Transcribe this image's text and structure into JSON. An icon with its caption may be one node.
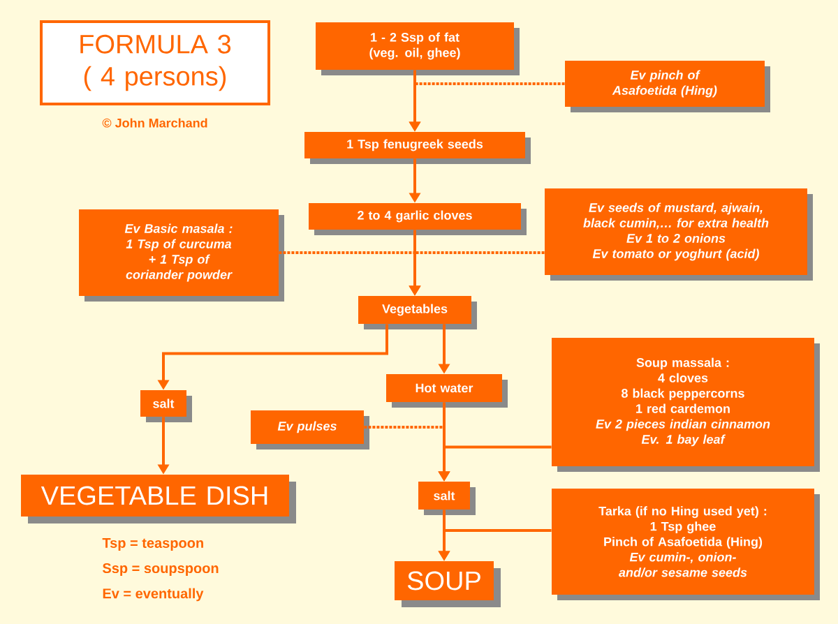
{
  "diagram": {
    "nodes": [
      {
        "text": [
          "FORMULA 3",
          "( 4 persons)"
        ]
      },
      {
        "text": [
          "1 - 2 Ssp of fat (veg. oil, ghee)"
        ]
      },
      {
        "text": [
          "Ev pinch of Asafoetida (Hing)"
        ]
      },
      {
        "text": [
          "1 Tsp fenugreek seeds"
        ]
      },
      {
        "text": [
          "Ev Basic masala :",
          "1 Tsp of curcuma + 1 Tsp of coriander powder"
        ]
      },
      {
        "text": [
          "2 to 4 garlic cloves"
        ]
      },
      {
        "text": [
          "Ev seeds of mustard, ajwain, black cumin,… for extra health",
          "Ev 1 to 2 onions",
          "Ev tomato or yoghurt (acid)"
        ]
      },
      {
        "text": [
          "Vegetables"
        ]
      },
      {
        "text": [
          "salt"
        ]
      },
      {
        "text": [
          "VEGETABLE DISH"
        ]
      },
      {
        "text": [
          "Hot water"
        ]
      },
      {
        "text": [
          "Ev pulses"
        ]
      },
      {
        "text": [
          "Soup massala :",
          "4 cloves",
          "8 black peppercorns",
          "1 red cardemon",
          "Ev 2 pieces indian cinnamon",
          "Ev. 1 bay leaf"
        ]
      },
      {
        "text": [
          "salt"
        ]
      },
      {
        "text": [
          "Tarka (if no Hing used yet) :",
          "1 Tsp ghee",
          "Pinch of Asafoetida (Hing)",
          "Ev cumin-, onion- and/or sesame seeds"
        ]
      },
      {
        "text": [
          "SOUP"
        ]
      }
    ],
    "edges": [
      {
        "from": 1,
        "to": 3,
        "arrow": "to"
      },
      {
        "from": 2,
        "to": 3,
        "arrow": "to",
        "style": "dashed"
      },
      {
        "from": 3,
        "to": 5,
        "arrow": "to"
      },
      {
        "from": 5,
        "to": 7,
        "arrow": "to"
      },
      {
        "from": 4,
        "to": 7,
        "arrow": "to",
        "style": "dashed"
      },
      {
        "from": 6,
        "to": 7,
        "arrow": "to",
        "style": "dashed"
      },
      {
        "from": 7,
        "to": 8,
        "arrow": "to"
      },
      {
        "from": 7,
        "to": 10,
        "arrow": "to"
      },
      {
        "from": 8,
        "to": 9,
        "arrow": "to"
      },
      {
        "from": 10,
        "to": 13,
        "arrow": "to"
      },
      {
        "from": 11,
        "to": 13,
        "arrow": "to",
        "style": "dashed"
      },
      {
        "from": 12,
        "to": 13,
        "arrow": "to"
      },
      {
        "from": 13,
        "to": 15,
        "arrow": "to"
      },
      {
        "from": 14,
        "to": 15,
        "arrow": "to"
      }
    ],
    "labels": [
      "© John Marchand",
      "Tsp = teaspoon",
      "Ssp = soupspoon",
      "Ev = eventually"
    ]
  }
}
